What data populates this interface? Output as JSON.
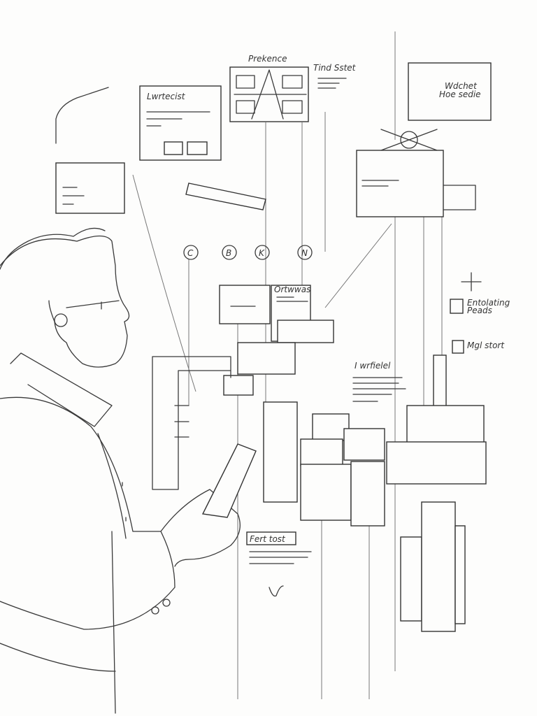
{
  "labels": {
    "top_center": "Prekence",
    "top_right_small": "Tind Sstet",
    "left_panel": "Lwrtecist",
    "right_panel_line1": "Wdchet",
    "right_panel_line2": "Hoe sedie",
    "mid_note": "Ortwwas",
    "heading_mid": "I wrfielel",
    "checkbox_1_line1": "Entolating",
    "checkbox_1_line2": "Peads",
    "checkbox_2": "Mgl stort",
    "bottom_note": "Fert tost"
  },
  "circle_icons": [
    "C",
    "B",
    "K",
    "N"
  ],
  "colors": {
    "ink": "#333333",
    "paper": "#fdfdfc"
  }
}
